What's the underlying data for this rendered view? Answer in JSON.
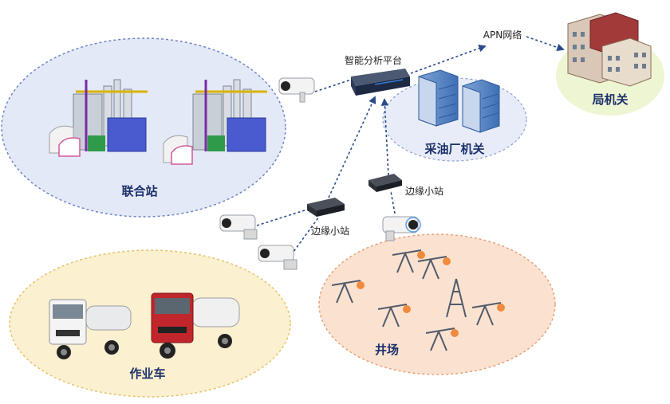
{
  "zones": {
    "joint_station": "联合站",
    "oil_plant": "采油厂机关",
    "bureau": "局机关",
    "vehicles": "作业车",
    "well_field": "井场"
  },
  "nodes": {
    "platform": "智能分析平台",
    "apn": "APN网络",
    "edge_left": "边缘小站",
    "edge_right": "边缘小站"
  },
  "colors": {
    "blue_zone": "#e4e9f7",
    "blue_border": "#6f86c6",
    "yellow_zone": "#fbf0cf",
    "yellow_border": "#e5c36a",
    "peach_zone": "#fbe2d0",
    "peach_border": "#e6a27a",
    "green_zone": "#eef5d2",
    "link": "#2b4a8c"
  }
}
